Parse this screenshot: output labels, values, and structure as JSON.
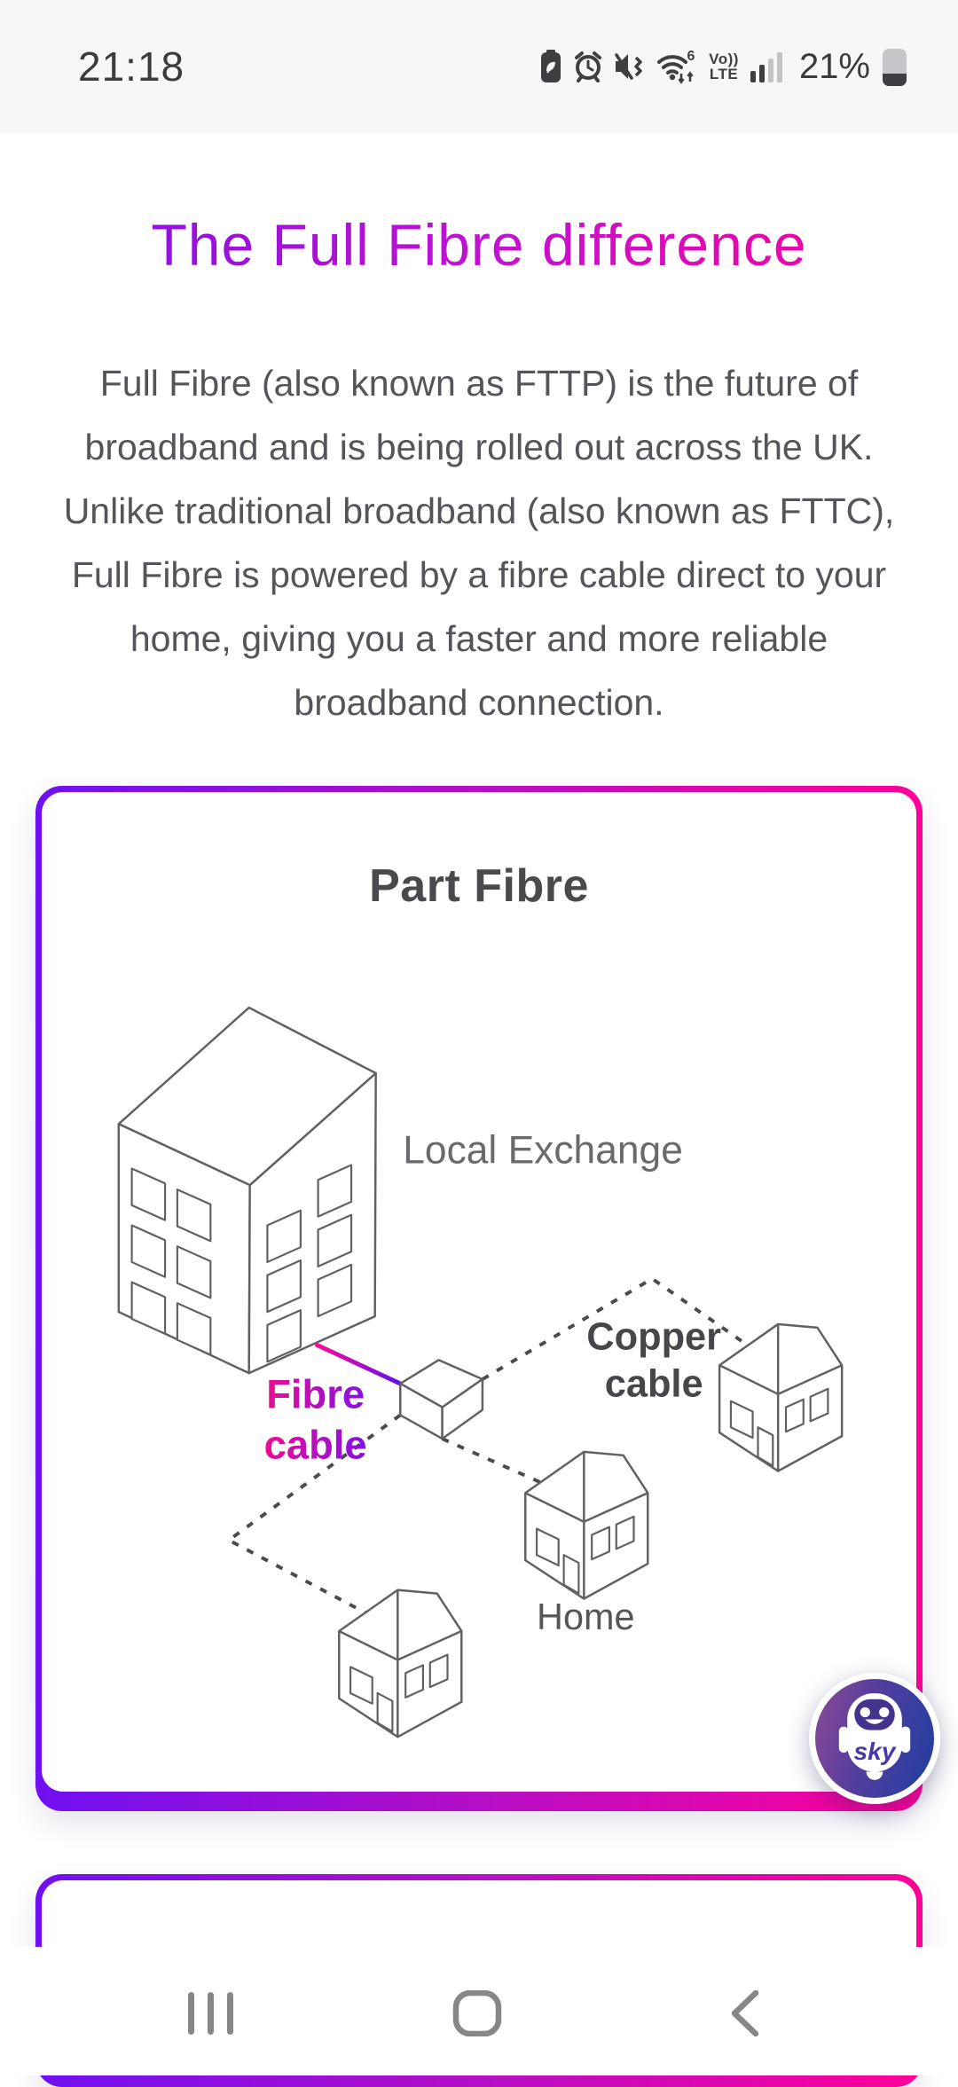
{
  "status_bar": {
    "time": "21:18",
    "battery_percent": "21%",
    "wifi_standard": "6",
    "volte_top": "Vo))",
    "volte_bottom": "LTE",
    "icons": [
      "battery-saver-icon",
      "alarm-icon",
      "vibrate-mute-icon",
      "wifi-6-icon",
      "volte-icon",
      "signal-strength-icon",
      "battery-icon"
    ]
  },
  "page": {
    "title": "The Full Fibre difference",
    "intro": "Full Fibre (also known as FTTP) is the future of broadband and is being rolled out across the UK. Unlike traditional broadband (also known as FTTC), Full Fibre is powered by a fibre cable direct to your home, giving you a faster and more reliable broadband connection."
  },
  "part_fibre_card": {
    "heading": "Part Fibre",
    "labels": {
      "local_exchange": "Local Exchange",
      "fibre_line1": "Fibre",
      "fibre_line2": "cable",
      "copper_line1": "Copper",
      "copper_line2": "cable",
      "home": "Home"
    }
  },
  "chat_fab": {
    "brand": "sky"
  },
  "nav_bar": {
    "items": [
      "recents",
      "home",
      "back"
    ]
  },
  "colors": {
    "brand_gradient_start": "#7d10e6",
    "brand_gradient_mid": "#c312cf",
    "brand_gradient_end": "#ff0098",
    "fibre_pink": "#f20b8e",
    "fibre_purple": "#7a12f0",
    "body_text": "#54555a",
    "diagram_line": "#606065",
    "fab_gradient_start": "#8d4a96",
    "fab_gradient_end": "#1e3fa1",
    "status_bar_bg": "#f7f7fa"
  }
}
